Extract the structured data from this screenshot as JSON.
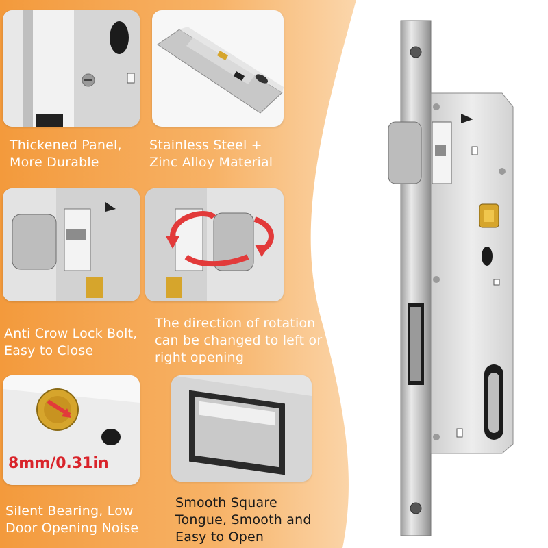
{
  "features": [
    {
      "id": "panel",
      "caption": "Thickened Panel,\nMore Durable"
    },
    {
      "id": "material",
      "caption": "Stainless Steel +\nZinc Alloy Material"
    },
    {
      "id": "bolt",
      "caption": "Anti Crow Lock Bolt,\nEasy to Close"
    },
    {
      "id": "rotation",
      "caption": "The direction of rotation\ncan be changed to left or\nright opening"
    },
    {
      "id": "bearing",
      "caption": "Silent Bearing, Low\nDoor Opening Noise"
    },
    {
      "id": "tongue",
      "caption": "Smooth Square\nTongue, Smooth and\nEasy to Open"
    }
  ],
  "bearing_size_label": "8mm/0.31in",
  "colors": {
    "orange": "#f5a24a",
    "orange_light": "#fbd3a3",
    "steel": "#c9c9c9",
    "brass": "#d6a52c",
    "arrow_red": "#e23a3a"
  }
}
